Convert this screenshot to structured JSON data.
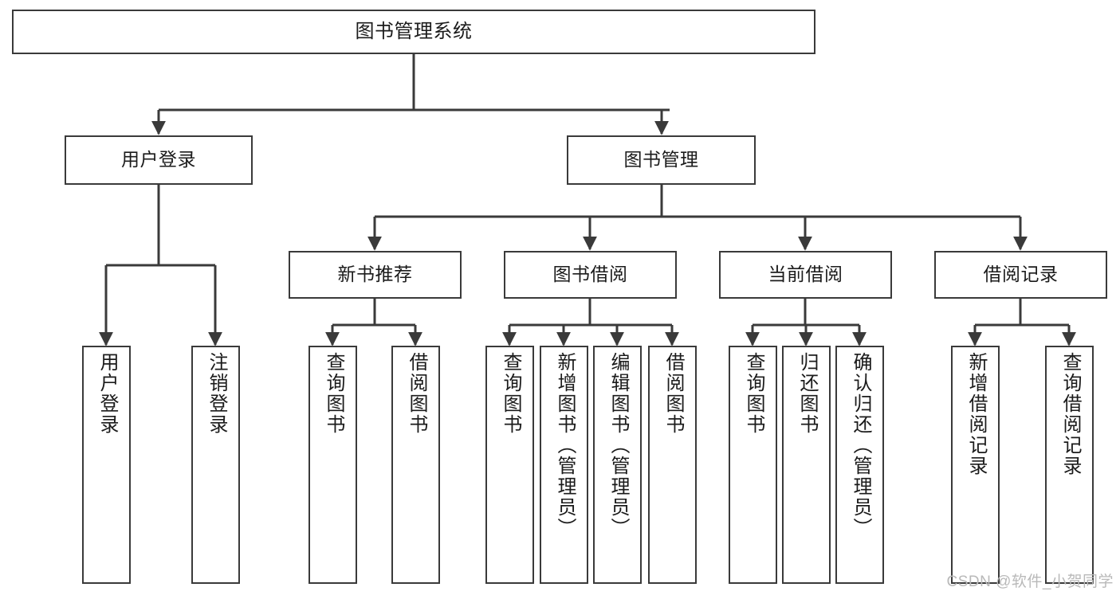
{
  "diagram": {
    "title": "图书管理系统",
    "type": "tree-hierarchy-chart",
    "colors": {
      "box_border": "#3a3a3a",
      "box_fill": "#ffffff",
      "edge": "#3a3a3a",
      "text": "#1b1b1b",
      "watermark": "#b9b9b9",
      "background": "#ffffff"
    }
  },
  "nodes": {
    "root": {
      "label": "图书管理系统"
    },
    "level1": [
      {
        "label": "用户登录"
      },
      {
        "label": "图书管理"
      }
    ],
    "level2": [
      {
        "label": "新书推荐"
      },
      {
        "label": "图书借阅"
      },
      {
        "label": "当前借阅"
      },
      {
        "label": "借阅记录"
      }
    ],
    "leaves": {
      "user_login": [
        {
          "label": "用户登录"
        },
        {
          "label": "注销登录"
        }
      ],
      "new_book_recommend": [
        {
          "label": "查询图书"
        },
        {
          "label": "借阅图书"
        }
      ],
      "book_borrow": [
        {
          "label": "查询图书"
        },
        {
          "label": "新增图书（管理员）"
        },
        {
          "label": "编辑图书（管理员）"
        },
        {
          "label": "借阅图书"
        }
      ],
      "current_borrow": [
        {
          "label": "查询图书"
        },
        {
          "label": "归还图书"
        },
        {
          "label": "确认归还（管理员）"
        }
      ],
      "borrow_record": [
        {
          "label": "新增借阅记录"
        },
        {
          "label": "查询借阅记录"
        }
      ]
    }
  },
  "watermark": {
    "text": "CSDN @软件_小贺同学"
  }
}
